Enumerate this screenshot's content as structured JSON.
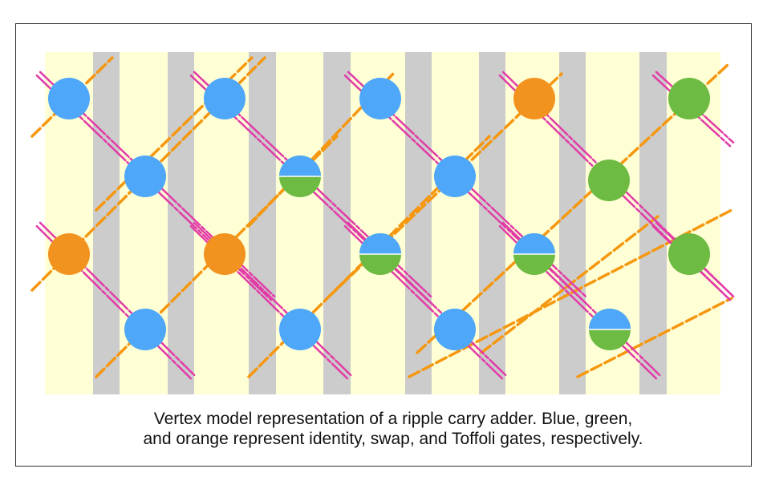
{
  "caption": {
    "line1": "Vertex model representation of a ripple carry adder. Blue, green,",
    "line2": "and orange represent identity, swap, and Toffoli gates, respectively."
  },
  "colors": {
    "blue": "#4EA7F8",
    "green": "#6DBB43",
    "orange": "#F2921F",
    "yellow_band": "#FFFFD6",
    "gray_band": "#CCCCCC",
    "orange_line": "#F5970F",
    "magenta_line": "#E23BA7",
    "frame_border": "#333333"
  },
  "gates": {
    "row1": [
      "identity",
      "identity",
      "identity",
      "toffoli",
      "swap"
    ],
    "row2": [
      "identity",
      "identity/swap",
      "identity",
      "swap"
    ],
    "row3": [
      "toffoli",
      "toffoli",
      "identity/swap",
      "identity/swap",
      "swap"
    ],
    "row4": [
      "identity",
      "identity",
      "identity",
      "identity/swap"
    ]
  }
}
